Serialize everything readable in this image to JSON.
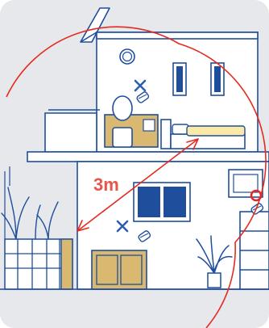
{
  "distance": {
    "label": "3m"
  },
  "colors": {
    "background": "#e6e8ec",
    "line": "#1f4e9c",
    "wall_fill": "#ffffff",
    "furniture": "#d9b870",
    "bed_cover": "#fbe9a8",
    "arc": "#e52b20",
    "label": "#e8554b",
    "x_mark": "#2b5fb3",
    "ok_mark": "#e52b20"
  },
  "markers": [
    {
      "id": "detector-upper-room",
      "status": "not-recommended",
      "symbol": "cross"
    },
    {
      "id": "detector-lower-room",
      "status": "not-recommended",
      "symbol": "cross"
    },
    {
      "id": "detector-right-wall",
      "status": "recommended",
      "symbol": "circle"
    }
  ]
}
